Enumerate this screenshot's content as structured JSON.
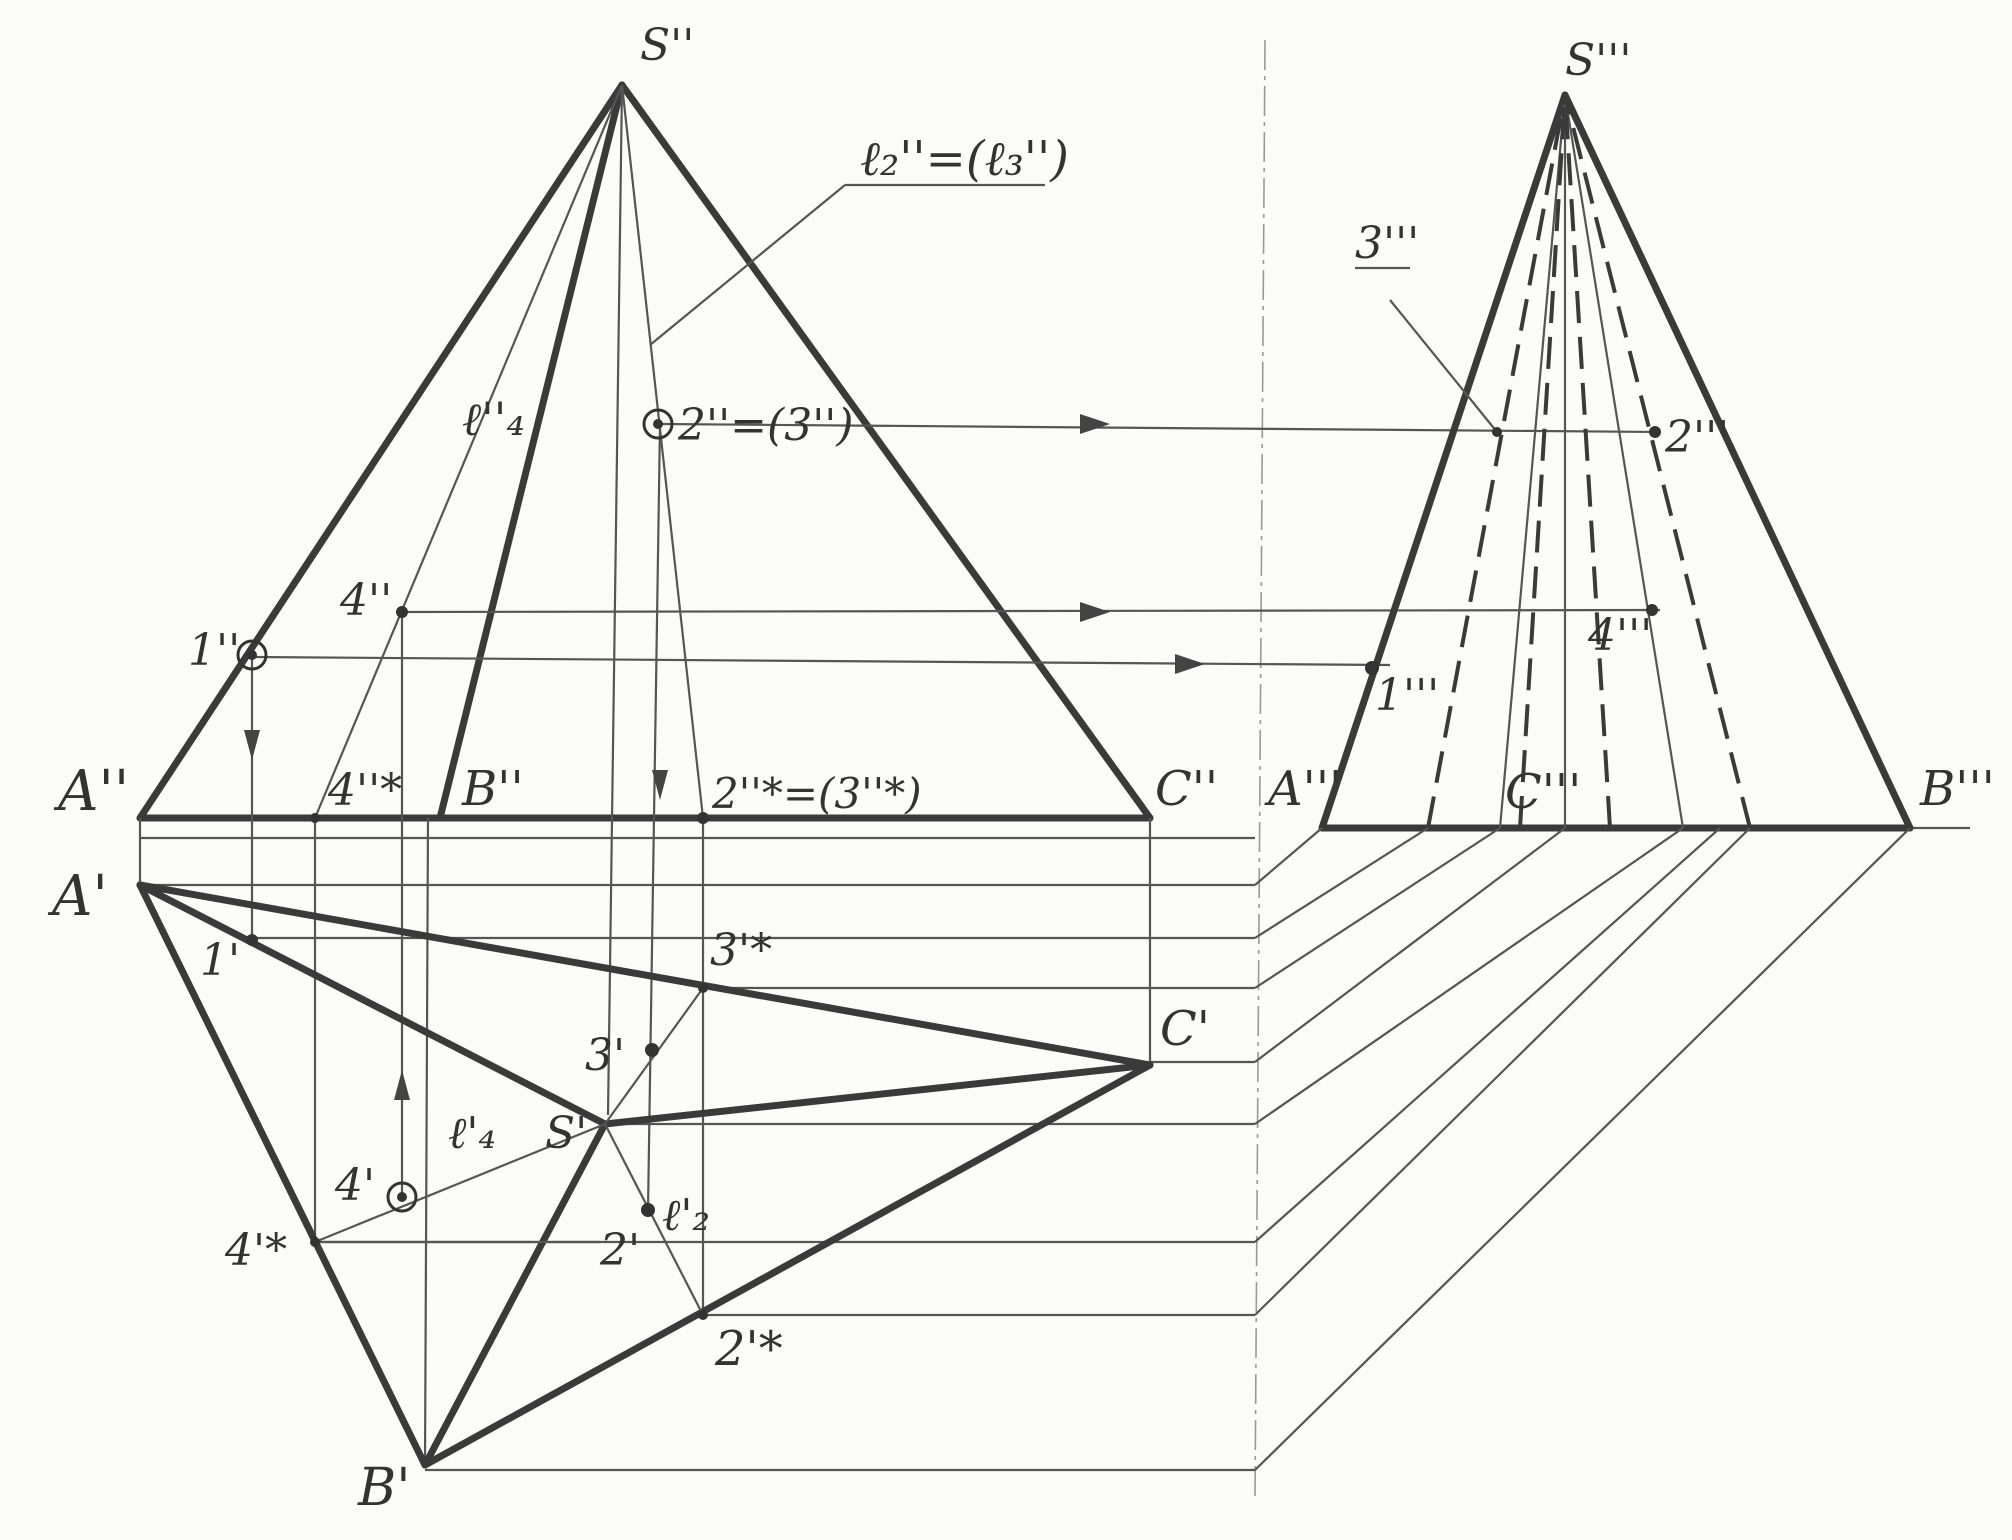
{
  "labels": {
    "S2": "S''",
    "S3": "S'''",
    "l2l3": "ℓ₂''=(ℓ₃'')",
    "l4pp": "ℓ''₄",
    "p23pp": "2''=(3'')",
    "p4pp": "4''",
    "p1pp": "1''",
    "A2": "A''",
    "p4spp": "4''*",
    "B2": "B''",
    "p2spp": "2''*=(3''*)",
    "C2": "C''",
    "A3": "A'''",
    "C3": "C'''",
    "B3": "B'''",
    "l3ppp": "3'''",
    "p2ppp": "2'''",
    "p4ppp": "4'''",
    "p1ppp": "1'''",
    "A1": "A'",
    "p1p": "1'",
    "p3sp": "3'*",
    "C1": "C'",
    "p3p": "3'",
    "l4p": "ℓ'₄",
    "S1": "S'",
    "p4p": "4'",
    "p4sp": "4'*",
    "p2p": "2'",
    "l2p": "ℓ'₂",
    "p2sp": "2'*",
    "B1": "B'"
  },
  "colors": {
    "paper": "#fbfbf9",
    "ink": "#3a3a3a"
  }
}
